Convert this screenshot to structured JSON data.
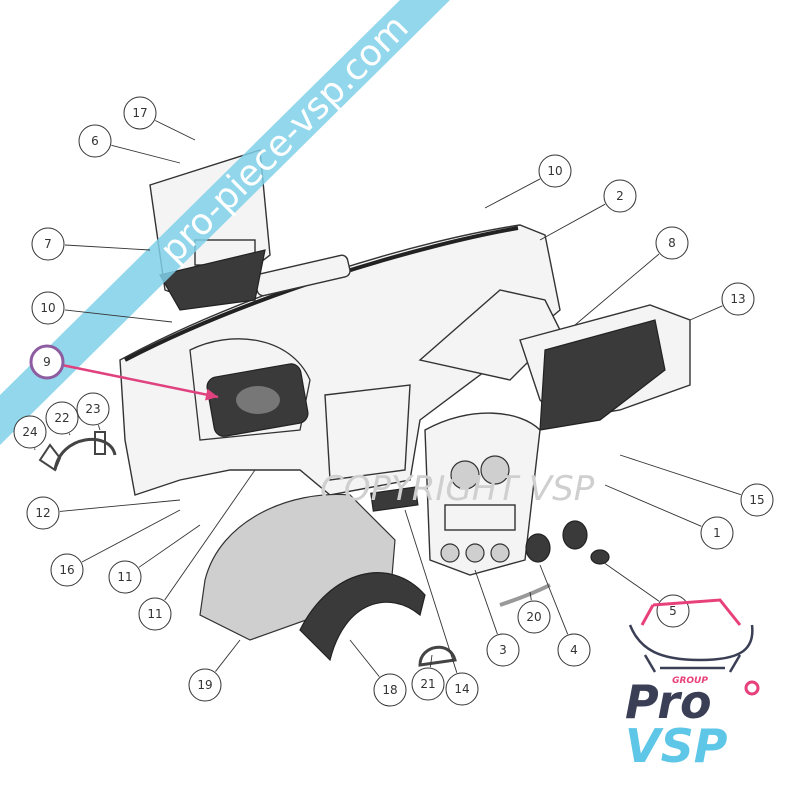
{
  "watermark": {
    "text": "pro-piece-vsp.com",
    "color": "#7fd0e8"
  },
  "background_watermark": "COPYRIGHT VSP",
  "callouts": [
    {
      "label": "17"
    },
    {
      "label": "6"
    },
    {
      "label": "10"
    },
    {
      "label": "2"
    },
    {
      "label": "7"
    },
    {
      "label": "8"
    },
    {
      "label": "13"
    },
    {
      "label": "10"
    },
    {
      "label": "9",
      "highlighted": true
    },
    {
      "label": "24"
    },
    {
      "label": "22"
    },
    {
      "label": "23"
    },
    {
      "label": "12"
    },
    {
      "label": "16"
    },
    {
      "label": "11"
    },
    {
      "label": "11"
    },
    {
      "label": "15"
    },
    {
      "label": "1"
    },
    {
      "label": "19"
    },
    {
      "label": "18"
    },
    {
      "label": "21"
    },
    {
      "label": "14"
    },
    {
      "label": "20"
    },
    {
      "label": "3"
    },
    {
      "label": "4"
    },
    {
      "label": "5"
    }
  ],
  "highlight_colors": {
    "circle": "#8e5ca0",
    "arrow": "#e0427f"
  },
  "logo": {
    "group": "GROUP",
    "line1": "Pro",
    "line2": "VSP",
    "dark": "#3b3f55",
    "accent": "#e8407a",
    "light": "#5ec6e6"
  }
}
